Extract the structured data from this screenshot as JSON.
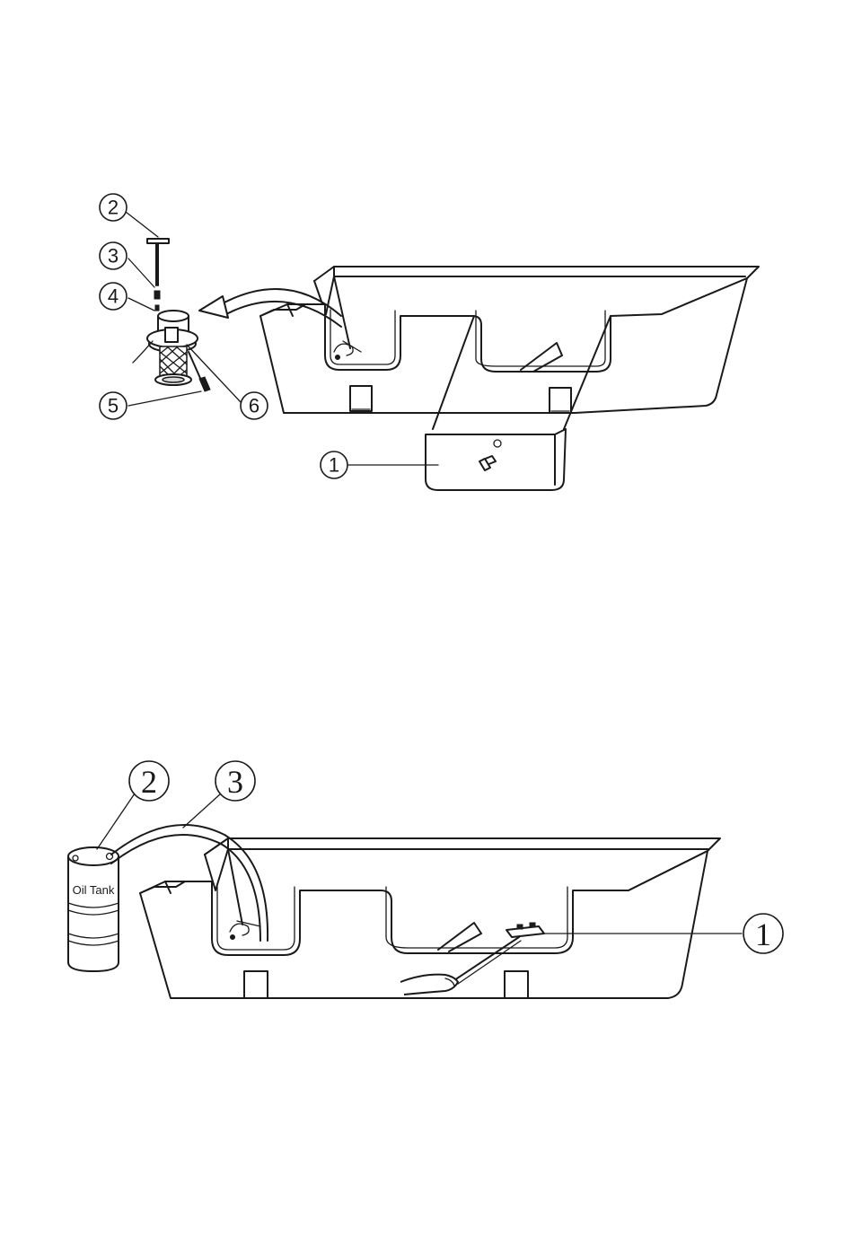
{
  "diagram_top": {
    "callouts": [
      {
        "id": "c1",
        "label": "1"
      },
      {
        "id": "c2",
        "label": "2"
      },
      {
        "id": "c3",
        "label": "3"
      },
      {
        "id": "c4",
        "label": "4"
      },
      {
        "id": "c5",
        "label": "5"
      },
      {
        "id": "c6",
        "label": "6"
      }
    ]
  },
  "diagram_bottom": {
    "tank_label": "Oil Tank",
    "callouts": [
      {
        "id": "c1",
        "label": "1"
      },
      {
        "id": "c2",
        "label": "2"
      },
      {
        "id": "c3",
        "label": "3"
      }
    ]
  }
}
